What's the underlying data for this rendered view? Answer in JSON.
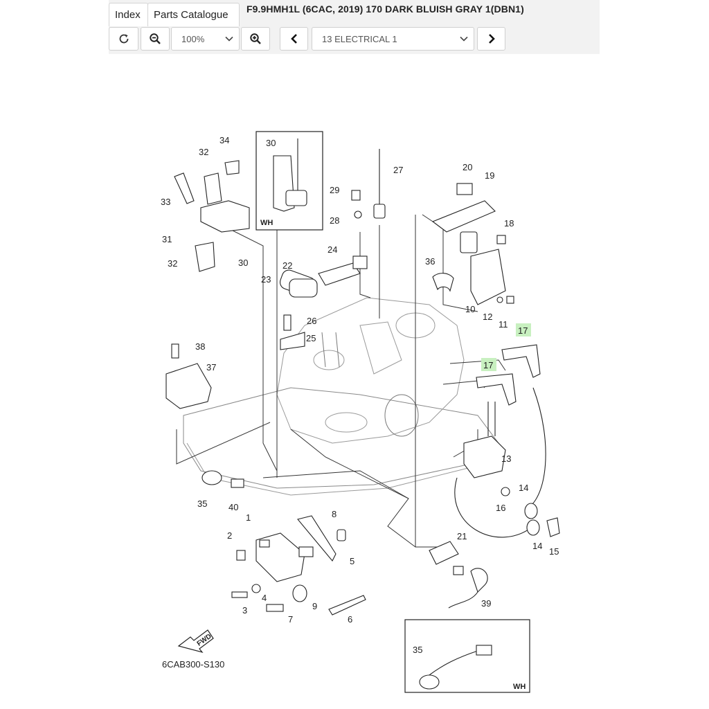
{
  "tabs": {
    "index": "Index",
    "catalogue": "Parts Catalogue"
  },
  "page_title": "F9.9HMH1L (6CAC, 2019) 170 DARK BLUISH GRAY 1(DBN1)",
  "toolbar": {
    "refresh_icon": "refresh-icon",
    "zoom_out_icon": "zoom-out-icon",
    "zoom_value": "100%",
    "zoom_in_icon": "zoom-in-icon",
    "prev_icon": "chevron-left-icon",
    "section_value": "13 ELECTRICAL 1",
    "next_icon": "chevron-right-icon"
  },
  "diagram": {
    "code": "6CAB300-S130",
    "fwd_label": "FWD",
    "wh_label": "WH",
    "highlight_color": "#c8f0c0",
    "callouts": {
      "c1": "1",
      "c2": "2",
      "c3": "3",
      "c4": "4",
      "c5": "5",
      "c6": "6",
      "c7": "7",
      "c8": "8",
      "c9": "9",
      "c10": "10",
      "c11": "11",
      "c12": "12",
      "c13": "13",
      "c14a": "14",
      "c14b": "14",
      "c15": "15",
      "c16": "16",
      "c17a": "17",
      "c17b": "17",
      "c18": "18",
      "c19": "19",
      "c20": "20",
      "c21": "21",
      "c22": "22",
      "c23": "23",
      "c24": "24",
      "c25": "25",
      "c26": "26",
      "c27": "27",
      "c28": "28",
      "c29": "29",
      "c30a": "30",
      "c30b": "30",
      "c31": "31",
      "c32a": "32",
      "c32b": "32",
      "c33": "33",
      "c34": "34",
      "c35a": "35",
      "c35b": "35",
      "c36": "36",
      "c37": "37",
      "c38": "38",
      "c39": "39",
      "c40": "40"
    }
  }
}
